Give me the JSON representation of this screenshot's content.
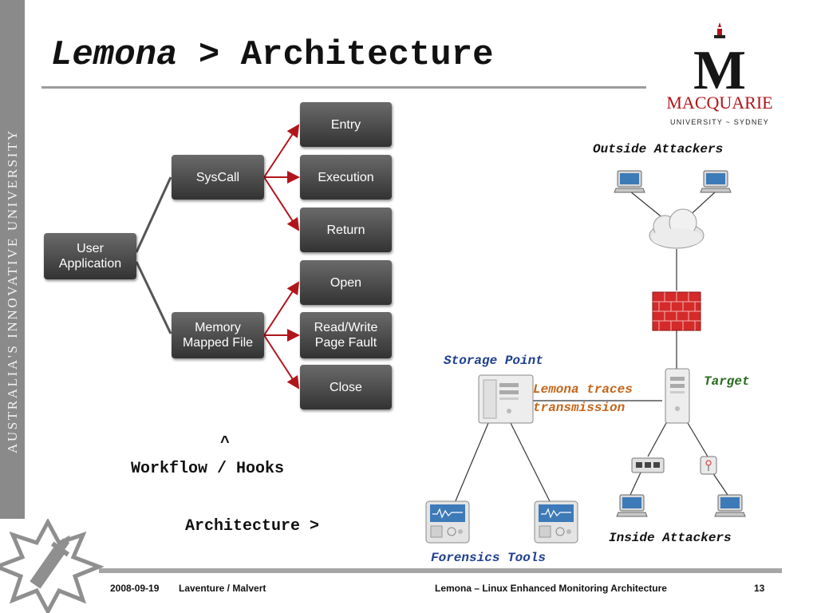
{
  "sidebar": {
    "text": "AUSTRALIA'S INNOVATIVE UNIVERSITY"
  },
  "title": {
    "part1": "Lemona",
    "separator": " > ",
    "part2": "Architecture"
  },
  "logo": {
    "monogram": "M",
    "name": "MACQUARIE",
    "tagline": "UNIVERSITY ~ SYDNEY"
  },
  "workflow": {
    "root": "User\nApplication",
    "syscall": "SysCall",
    "memory": "Memory\nMapped File",
    "entry": "Entry",
    "execution": "Execution",
    "return": "Return",
    "open": "Open",
    "readwrite": "Read/Write\nPage Fault",
    "close": "Close"
  },
  "captions": {
    "caret": "^",
    "workflow": "Workflow / Hooks",
    "architecture": "Architecture >"
  },
  "network": {
    "outside_attackers": "Outside Attackers",
    "storage_point": "Storage Point",
    "target": "Target",
    "traces_line1": "Lemona traces",
    "traces_line2": "transmission",
    "inside_attackers": "Inside Attackers",
    "forensics_tools": "Forensics Tools"
  },
  "footer": {
    "date": "2008-09-19",
    "authors": "Laventure / Malvert",
    "subject": "Lemona – Linux Enhanced Monitoring Architecture",
    "page": "13"
  },
  "colors": {
    "arrow_red": "#b0151b",
    "box_dark": "#3c3c3c",
    "label_blue": "#1f3f8f",
    "label_green": "#2a6b1f",
    "label_orange": "#c4661d",
    "firewall_red": "#d42a2a"
  }
}
